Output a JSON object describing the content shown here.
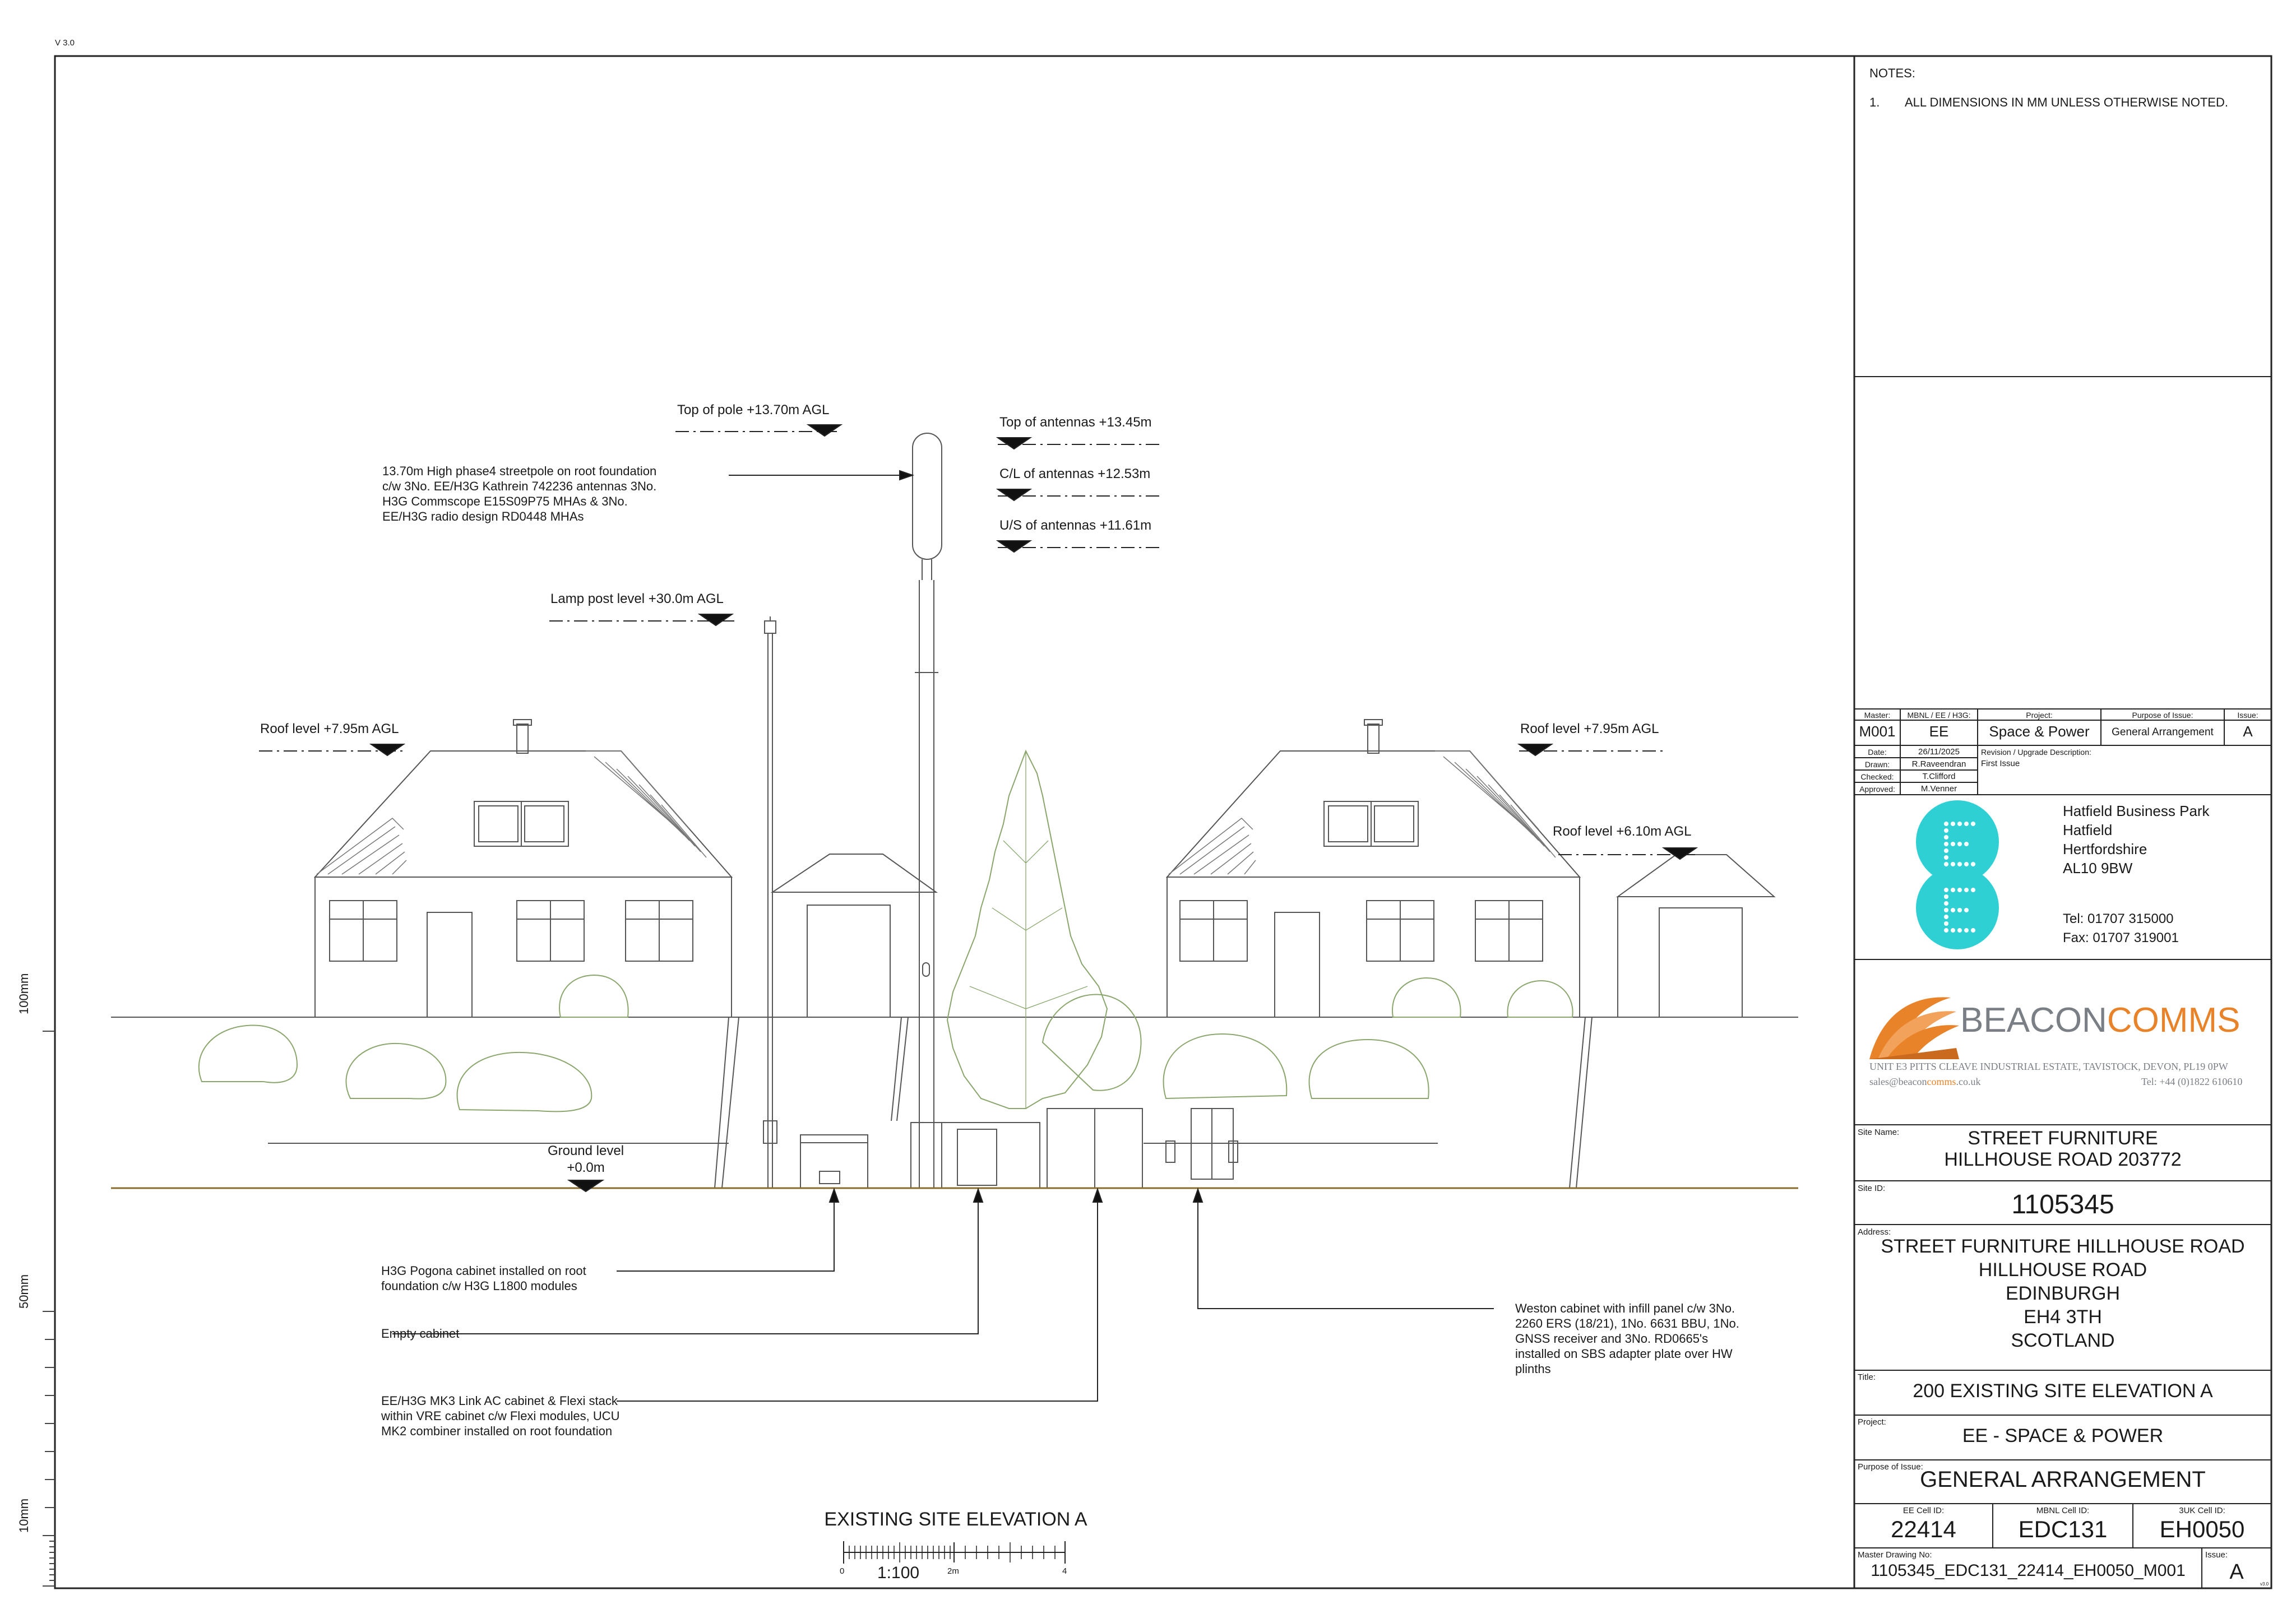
{
  "version": "V 3.0",
  "notes": {
    "heading": "NOTES:",
    "items": [
      {
        "num": "1.",
        "text": "ALL DIMENSIONS IN MM UNLESS OTHERWISE NOTED."
      }
    ]
  },
  "margin_scale": {
    "labels": [
      "100mm",
      "50mm",
      "10mm"
    ]
  },
  "elevation": {
    "levels": {
      "top_of_pole": "Top of pole +13.70m AGL",
      "top_antennas": "Top of antennas +13.45m",
      "cl_antennas": "C/L of antennas +12.53m",
      "us_antennas": "U/S of antennas +11.61m",
      "lamp_post": "Lamp post level +30.0m AGL",
      "roof_left": "Roof level +7.95m AGL",
      "roof_right": "Roof level +7.95m AGL",
      "roof_right2": "Roof level +6.10m AGL",
      "ground_1": "Ground level",
      "ground_2": "+0.0m"
    },
    "notes": {
      "pole": [
        "13.70m High phase4 streetpole on root foundation",
        "c/w 3No. EE/H3G Kathrein 742236 antennas 3No.",
        "H3G Commscope E15S09P75 MHAs & 3No.",
        "EE/H3G radio design RD0448 MHAs"
      ],
      "pogona": [
        "H3G Pogona cabinet installed on root",
        "foundation c/w H3G L1800 modules"
      ],
      "empty": [
        "Empty cabinet"
      ],
      "mk3": [
        "EE/H3G MK3 Link AC cabinet & Flexi stack",
        "within VRE cabinet c/w Flexi modules, UCU",
        "MK2 combiner installed on root foundation"
      ],
      "weston": [
        "Weston cabinet with infill panel c/w 3No.",
        "2260 ERS (18/21), 1No. 6631 BBU, 1No.",
        "GNSS receiver and 3No. RD0665's",
        "installed on SBS adapter plate over HW",
        "plinths"
      ]
    },
    "title": "EXISTING SITE ELEVATION A",
    "scale_bar": {
      "ticks": [
        "0",
        "2m",
        "4"
      ],
      "scale": "1:100"
    }
  },
  "title_block": {
    "rev": {
      "master_label": "Master:",
      "master": "M001",
      "mbnl_label": "MBNL / EE / H3G:",
      "mbnl": "EE",
      "project_label": "Project:",
      "project": "Space & Power",
      "purpose_label": "Purpose of Issue:",
      "purpose": "General Arrangement",
      "issue_label": "Issue:",
      "issue": "A",
      "date_label": "Date:",
      "date": "26/11/2025",
      "drawn_label": "Drawn:",
      "drawn": "R.Raveendran",
      "checked_label": "Checked:",
      "checked": "T.Clifford",
      "approved_label": "Approved:",
      "approved": "M.Venner",
      "desc_label": "Revision / Upgrade Description:",
      "desc": "First Issue"
    },
    "ee_address": [
      "Hatfield Business Park",
      "Hatfield",
      "Hertfordshire",
      "AL10 9BW"
    ],
    "ee_tel": "Tel: 01707 315000",
    "ee_fax": "Fax: 01707 319001",
    "beacon": {
      "brand_1": "BEACON",
      "brand_2": "COMMS",
      "address": "UNIT E3 PITTS CLEAVE INDUSTRIAL ESTATE, TAVISTOCK, DEVON, PL19 0PW",
      "email_1": "sales@beacon",
      "email_2": "comms",
      "email_3": ".co.uk",
      "tel": "Tel: +44 (0)1822 610610",
      "orange": "#e8832a",
      "grey": "#7a7f86"
    },
    "site_name_label": "Site Name:",
    "site_name": [
      "STREET FURNITURE",
      "HILLHOUSE ROAD 203772"
    ],
    "site_id_label": "Site ID:",
    "site_id": "1105345",
    "address_label": "Address:",
    "address": [
      "STREET FURNITURE HILLHOUSE ROAD",
      "HILLHOUSE ROAD",
      "EDINBURGH",
      "EH4 3TH",
      "SCOTLAND"
    ],
    "title_label": "Title:",
    "title": "200 EXISTING SITE ELEVATION A",
    "project_label": "Project:",
    "project": "EE - SPACE & POWER",
    "purpose_label": "Purpose of Issue:",
    "purpose": "GENERAL ARRANGEMENT",
    "ee_cell_label": "EE Cell ID:",
    "ee_cell": "22414",
    "mbnl_cell_label": "MBNL Cell ID:",
    "mbnl_cell": "EDC131",
    "uk3_cell_label": "3UK Cell ID:",
    "uk3_cell": "EH0050",
    "master_drawing_label": "Master Drawing No:",
    "master_drawing": "1105345_EDC131_22414_EH0050_M001",
    "issue_label": "Issue:",
    "issue": "A",
    "tiny_ver": "v3.0"
  },
  "colors": {
    "line": "#555555",
    "tree": "#8aa66c",
    "ground": "#8a6d2e",
    "ee_cyan": "#2fd0d4"
  }
}
